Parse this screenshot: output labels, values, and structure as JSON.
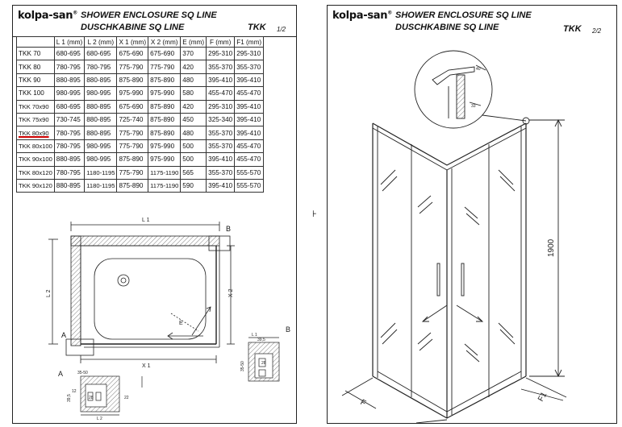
{
  "brand": {
    "name": "kolpa-san",
    "reg": "®"
  },
  "title_en": "SHOWER ENCLOSURE SQ LINE",
  "title_de": "DUSCHKABINE  SQ LINE",
  "model_code": "TKK",
  "page_left": "1/2",
  "page_right": "2/2",
  "table": {
    "headers": [
      "",
      "L 1  (mm)",
      "L 2  (mm)",
      "X 1  (mm)",
      "X 2  (mm)",
      "E (mm)",
      "F (mm)",
      "F1 (mm)"
    ],
    "rows": [
      [
        "TKK 70",
        "680-695",
        "680-695",
        "675-690",
        "675-690",
        "370",
        "295-310",
        "295-310"
      ],
      [
        "TKK 80",
        "780-795",
        "780-795",
        "775-790",
        "775-790",
        "420",
        "355-370",
        "355-370"
      ],
      [
        "TKK 90",
        "880-895",
        "880-895",
        "875-890",
        "875-890",
        "480",
        "395-410",
        "395-410"
      ],
      [
        "TKK 100",
        "980-995",
        "980-995",
        "975-990",
        "975-990",
        "580",
        "455-470",
        "455-470"
      ],
      [
        "TKK 70x90",
        "680-695",
        "880-895",
        "675-690",
        "875-890",
        "420",
        "295-310",
        "395-410"
      ],
      [
        "TKK 75x90",
        "730-745",
        "880-895",
        "725-740",
        "875-890",
        "450",
        "325-340",
        "395-410"
      ],
      [
        "TKK 80x90",
        "780-795",
        "880-895",
        "775-790",
        "875-890",
        "480",
        "355-370",
        "395-410"
      ],
      [
        "TKK 80x100",
        "780-795",
        "980-995",
        "775-790",
        "975-990",
        "500",
        "355-370",
        "455-470"
      ],
      [
        "TKK 90x100",
        "880-895",
        "980-995",
        "875-890",
        "975-990",
        "500",
        "395-410",
        "455-470"
      ],
      [
        "TKK 80x120",
        "780-795",
        "1180-1195",
        "775-790",
        "1175-1190",
        "565",
        "355-370",
        "555-570"
      ],
      [
        "TKK 90x120",
        "880-895",
        "1180-1195",
        "875-890",
        "1175-1190",
        "590",
        "395-410",
        "555-570"
      ]
    ],
    "highlighted_model": "TKK 80x90"
  },
  "plan_labels": {
    "l1": "L 1",
    "l2": "L 2",
    "x1": "X 1",
    "x2": "X 2",
    "e": "E",
    "detail_a": "A",
    "detail_b": "B"
  },
  "detail_b": {
    "l1": "L 1",
    "d1": "39,5",
    "d2": "28",
    "d3": "35-50"
  },
  "detail_a": {
    "d1": "35-50",
    "d2": "12",
    "d3": "39,5",
    "d4": "28",
    "d5": "22",
    "d6": "L 2"
  },
  "elevation": {
    "height": "1900",
    "f": "F",
    "f1": "F1",
    "callout_d1": "40",
    "callout_d2": "33"
  },
  "cursor_glyph": "⊦",
  "colors": {
    "line": "#222222",
    "highlight": "#cc0000",
    "paper": "#ffffff"
  }
}
